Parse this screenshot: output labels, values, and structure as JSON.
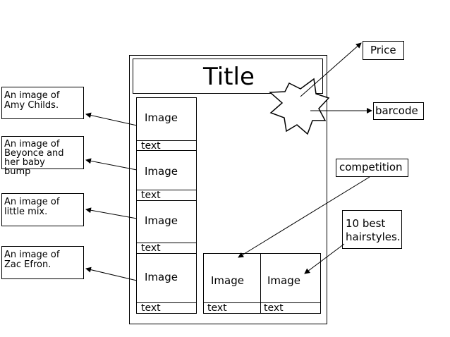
{
  "magazine": {
    "title": "Title",
    "image_label": "Image",
    "text_label": "text"
  },
  "annotations": {
    "price": "Price",
    "barcode": "barcode",
    "competition": "competition",
    "hairstyles": "10 best\nhairstyles.",
    "amy": "An image of\nAmy Childs.",
    "beyonce": "An image of\nBeyonce and\nher baby\nbump",
    "littlemix": "An image of\nlittle mix.",
    "zac": "An image of\nZac Efron."
  }
}
